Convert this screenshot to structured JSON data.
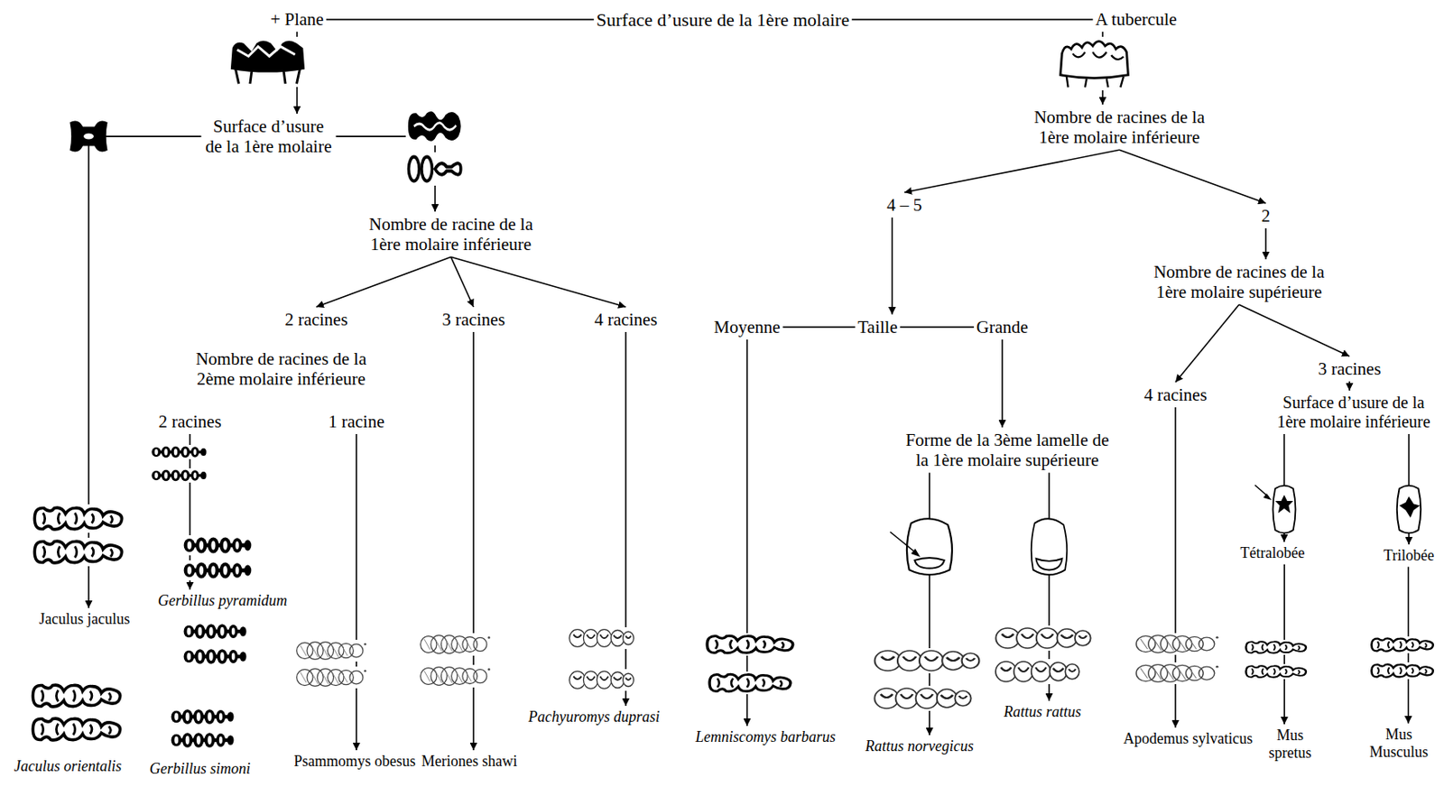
{
  "diagram": {
    "nodes": [
      {
        "text": [
          "Surface d’usure de la 1ère molaire"
        ]
      },
      {
        "text": [
          "+ Plane"
        ]
      },
      {
        "text": [
          "A tubercule"
        ]
      },
      {
        "text": [
          "Surface d’usure de la 1ère molaire"
        ]
      },
      {
        "text": [
          "Nombre de racines de la 1ère molaire inférieure"
        ]
      },
      {
        "text": [
          "4 – 5"
        ]
      },
      {
        "text": [
          "2"
        ]
      },
      {
        "text": [
          "Nombre de racine de la 1ère molaire inférieure"
        ]
      },
      {
        "text": [
          "Nombre de racines de la 1ère molaire supérieure"
        ]
      },
      {
        "text": [
          "2 racines"
        ]
      },
      {
        "text": [
          "3 racines"
        ]
      },
      {
        "text": [
          "4 racines"
        ]
      },
      {
        "text": [
          "Moyenne"
        ]
      },
      {
        "text": [
          "Taille"
        ]
      },
      {
        "text": [
          "Grande"
        ]
      },
      {
        "text": [
          "Nombre de racines de la 2ème molaire inférieure"
        ]
      },
      {
        "text": [
          "2 racines"
        ]
      },
      {
        "text": [
          "1 racine"
        ]
      },
      {
        "text": [
          "4 racines"
        ]
      },
      {
        "text": [
          "3 racines"
        ]
      },
      {
        "text": [
          "Surface d’usure de la 1ère molaire inférieure"
        ]
      },
      {
        "text": [
          "Forme de la 3ème lamelle de la 1ère molaire supérieure"
        ]
      },
      {
        "text": [
          "Tétralobée"
        ]
      },
      {
        "text": [
          "Trilobée"
        ]
      },
      {
        "text": [
          "Jaculus jaculus"
        ]
      },
      {
        "text": [
          "Gerbillus pyramidum"
        ]
      },
      {
        "text": [
          "Pachyuromys duprasi"
        ]
      },
      {
        "text": [
          "Lemniscomys barbarus"
        ]
      },
      {
        "text": [
          "Rattus rattus"
        ]
      },
      {
        "text": [
          "Rattus norvegicus"
        ]
      },
      {
        "text": [
          "Apodemus sylvaticus"
        ]
      },
      {
        "text": [
          "Mus spretus"
        ]
      },
      {
        "text": [
          "Mus Musculus"
        ]
      },
      {
        "text": [
          "Psammomys obesus"
        ]
      },
      {
        "text": [
          "Meriones shawi"
        ]
      },
      {
        "text": [
          "Jaculus orientalis"
        ]
      },
      {
        "text": [
          "Gerbillus simoni"
        ]
      }
    ],
    "edges": [
      {
        "from": 0,
        "to": 1,
        "arrow": "none"
      },
      {
        "from": 0,
        "to": 2,
        "arrow": "none"
      },
      {
        "from": 1,
        "to": 3,
        "arrow": "to"
      },
      {
        "from": 3,
        "to": 24,
        "arrow": "to"
      },
      {
        "from": 3,
        "to": 7,
        "arrow": "to"
      },
      {
        "from": 7,
        "to": 9,
        "arrow": "to"
      },
      {
        "from": 7,
        "to": 10,
        "arrow": "to"
      },
      {
        "from": 7,
        "to": 11,
        "arrow": "to"
      },
      {
        "from": 16,
        "to": 25,
        "arrow": "to"
      },
      {
        "from": 17,
        "to": 33,
        "arrow": "to"
      },
      {
        "from": 10,
        "to": 34,
        "arrow": "to"
      },
      {
        "from": 11,
        "to": 26,
        "arrow": "to"
      },
      {
        "from": 2,
        "to": 4,
        "arrow": "to"
      },
      {
        "from": 4,
        "to": 5,
        "arrow": "to"
      },
      {
        "from": 4,
        "to": 6,
        "arrow": "to"
      },
      {
        "from": 5,
        "to": 13,
        "arrow": "to"
      },
      {
        "from": 13,
        "to": 12,
        "arrow": "none"
      },
      {
        "from": 13,
        "to": 14,
        "arrow": "none"
      },
      {
        "from": 12,
        "to": 27,
        "arrow": "to"
      },
      {
        "from": 14,
        "to": 21,
        "arrow": "to"
      },
      {
        "from": 21,
        "to": 29,
        "arrow": "to"
      },
      {
        "from": 21,
        "to": 28,
        "arrow": "to"
      },
      {
        "from": 6,
        "to": 8,
        "arrow": "to"
      },
      {
        "from": 8,
        "to": 18,
        "arrow": "to"
      },
      {
        "from": 8,
        "to": 19,
        "arrow": "to"
      },
      {
        "from": 18,
        "to": 30,
        "arrow": "to"
      },
      {
        "from": 19,
        "to": 20,
        "arrow": "to"
      },
      {
        "from": 20,
        "to": 22,
        "arrow": "to"
      },
      {
        "from": 20,
        "to": 23,
        "arrow": "to"
      },
      {
        "from": 22,
        "to": 31,
        "arrow": "to"
      },
      {
        "from": 23,
        "to": 32,
        "arrow": "to"
      }
    ]
  }
}
